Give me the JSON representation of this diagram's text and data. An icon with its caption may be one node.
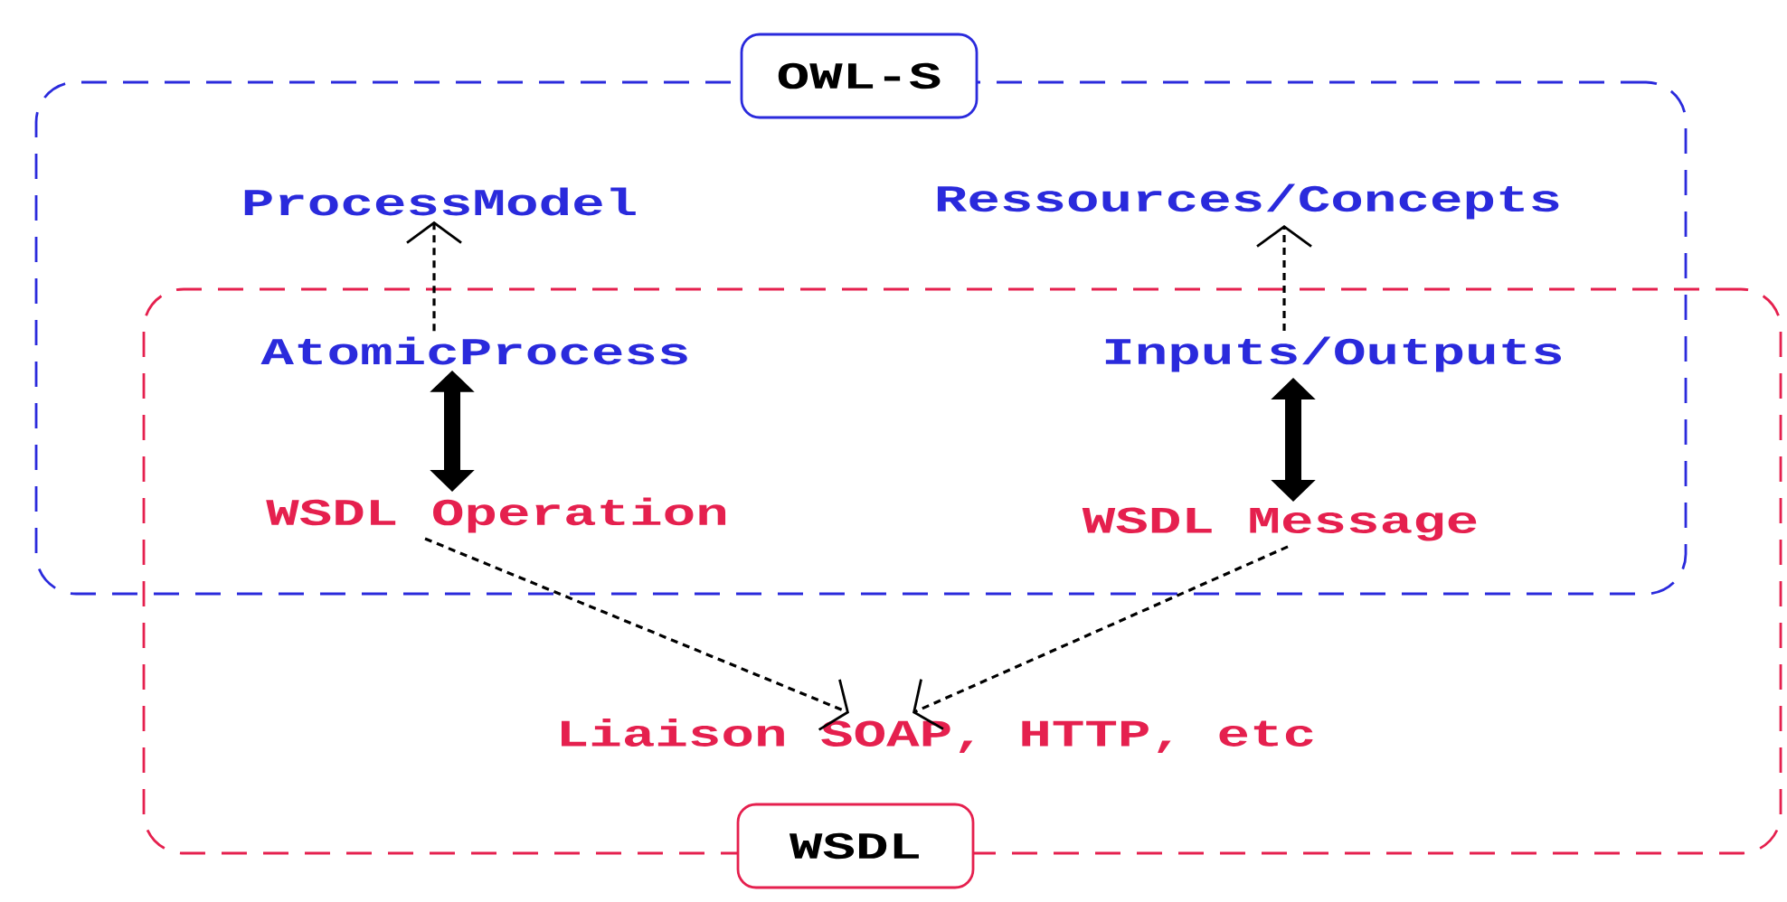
{
  "diagram": {
    "nodes": [
      {
        "text": [
          "OWL-S"
        ]
      },
      {
        "text": [
          "WSDL"
        ]
      },
      {
        "text": [
          "ProcessModel"
        ],
        "in": 0
      },
      {
        "text": [
          "Ressources/Concepts"
        ],
        "in": 0
      },
      {
        "text": [
          "AtomicProcess"
        ]
      },
      {
        "text": [
          "Inputs/Outputs"
        ]
      },
      {
        "text": [
          "WSDL Operation"
        ]
      },
      {
        "text": [
          "WSDL Message"
        ]
      },
      {
        "text": [
          "Liaison SOAP, HTTP, etc"
        ],
        "in": 1
      }
    ],
    "edges": [
      {
        "from": 4,
        "to": 2,
        "arrow": "to",
        "style": "dashed"
      },
      {
        "from": 5,
        "to": 3,
        "arrow": "to",
        "style": "dashed"
      },
      {
        "from": 4,
        "to": 6,
        "arrow": "both",
        "style": "thick"
      },
      {
        "from": 5,
        "to": 7,
        "arrow": "both",
        "style": "thick"
      },
      {
        "from": 6,
        "to": 8,
        "arrow": "to",
        "style": "dashed"
      },
      {
        "from": 7,
        "to": 8,
        "arrow": "to",
        "style": "dashed"
      }
    ]
  }
}
